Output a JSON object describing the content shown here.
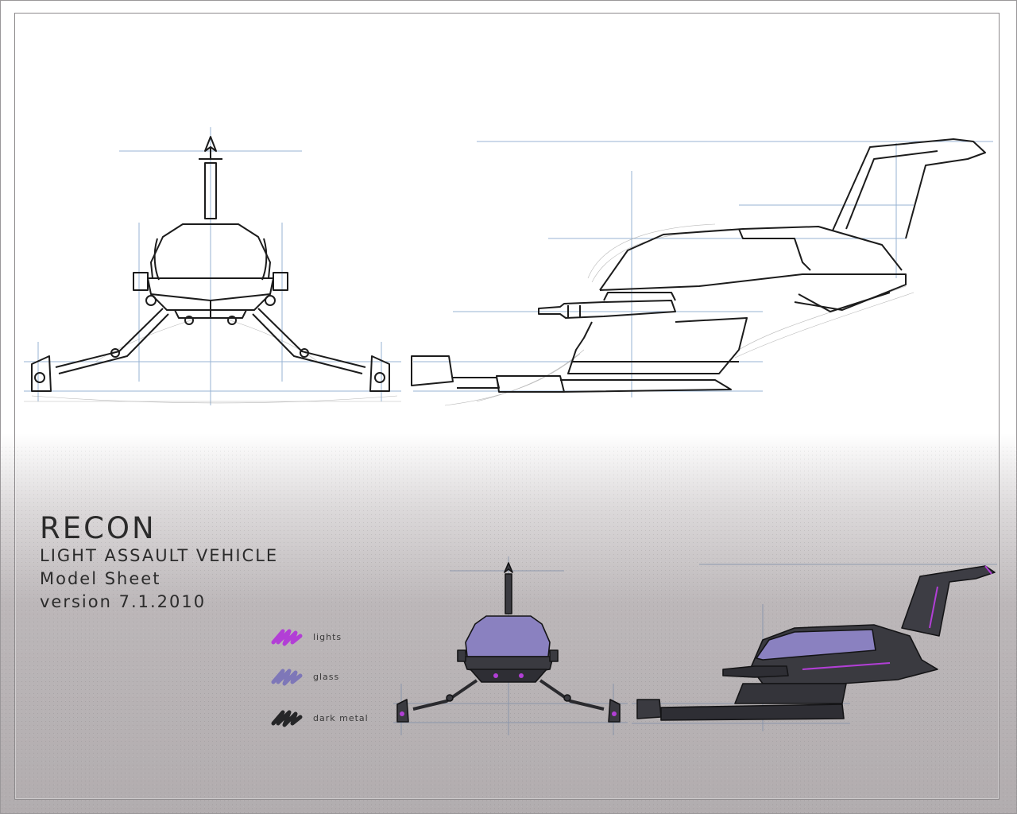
{
  "sheet": {
    "title": "RECON",
    "subtitle": "LIGHT ASSAULT VEHICLE",
    "sheet_type": "Model Sheet",
    "version": "version 7.1.2010"
  },
  "legend": [
    {
      "label": "lights",
      "color": "#b23fd6",
      "icon": "purple-scribble-swatch"
    },
    {
      "label": "glass",
      "color": "#7e77b8",
      "icon": "lavender-scribble-swatch"
    },
    {
      "label": "dark metal",
      "color": "#262628",
      "icon": "black-scribble-swatch"
    }
  ],
  "colors": {
    "lights": "#b23fd6",
    "glass": "#8a81c0",
    "dark_metal": "#3a3a40",
    "sketch_line": "#1e1e1e",
    "guide_line": "#7e9fc7"
  }
}
